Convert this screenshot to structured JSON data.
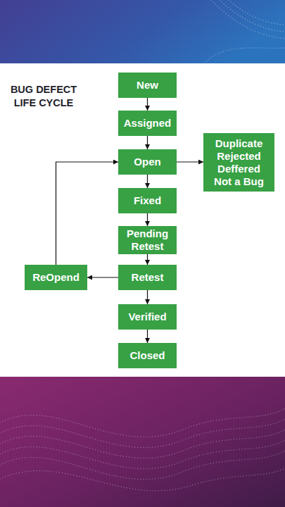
{
  "diagram": {
    "title": "BUG DEFECT LIFE CYCLE",
    "nodes": [
      {
        "text": [
          "New"
        ]
      },
      {
        "text": [
          "Assigned"
        ]
      },
      {
        "text": [
          "Open"
        ]
      },
      {
        "text": [
          "Duplicate",
          "Rejected",
          "Deffered",
          "Not a Bug"
        ]
      },
      {
        "text": [
          "Fixed"
        ]
      },
      {
        "text": [
          "Pending Retest"
        ]
      },
      {
        "text": [
          "ReOpend"
        ]
      },
      {
        "text": [
          "Retest"
        ]
      },
      {
        "text": [
          "Verified"
        ]
      },
      {
        "text": [
          "Closed"
        ]
      }
    ],
    "edges": [
      {
        "from": 0,
        "to": 1,
        "arrow": "to"
      },
      {
        "from": 1,
        "to": 2,
        "arrow": "to"
      },
      {
        "from": 2,
        "to": 3,
        "arrow": "to"
      },
      {
        "from": 2,
        "to": 4,
        "arrow": "to"
      },
      {
        "from": 4,
        "to": 5,
        "arrow": "to"
      },
      {
        "from": 5,
        "to": 7,
        "arrow": "to"
      },
      {
        "from": 7,
        "to": 6,
        "arrow": "to"
      },
      {
        "from": 6,
        "to": 2,
        "arrow": "to"
      },
      {
        "from": 7,
        "to": 8,
        "arrow": "to"
      },
      {
        "from": 8,
        "to": 9,
        "arrow": "to"
      }
    ]
  }
}
